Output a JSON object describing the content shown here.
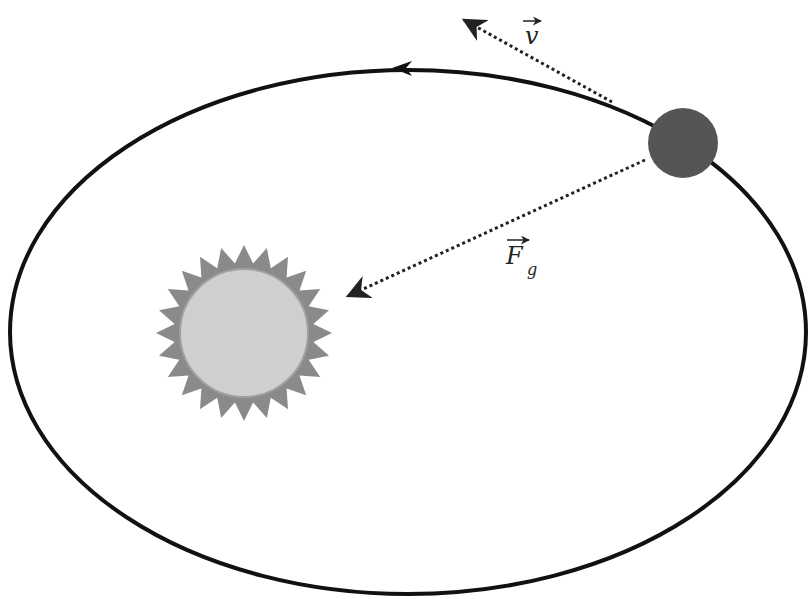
{
  "diagram": {
    "labels": [
      "v",
      "F",
      "g"
    ]
  }
}
